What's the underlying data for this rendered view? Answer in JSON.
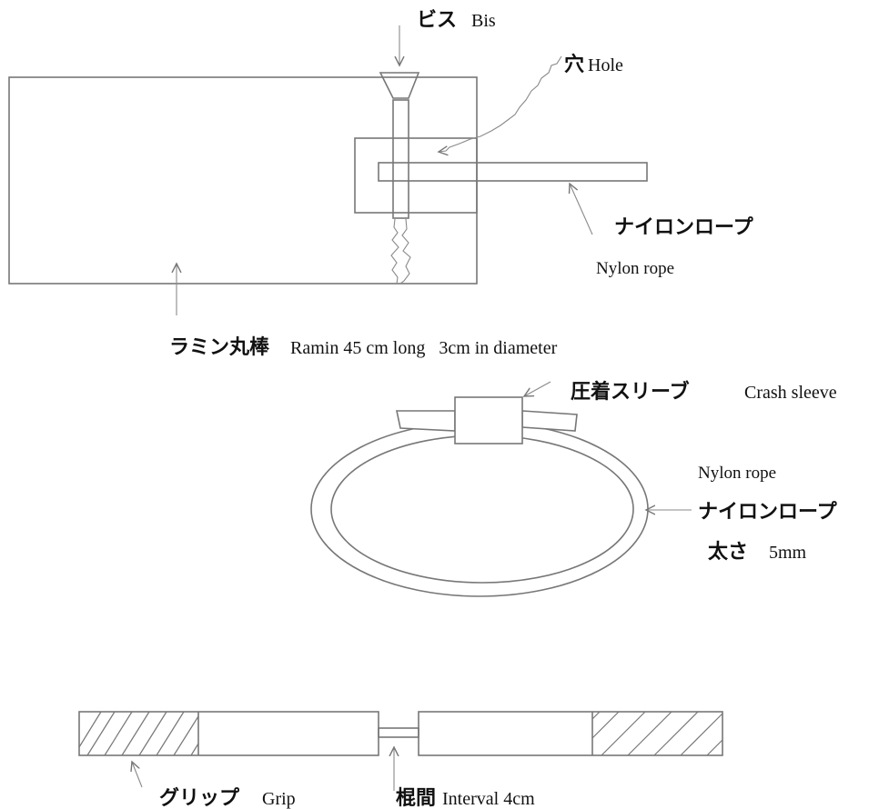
{
  "labels": {
    "bis_jp": "ビス",
    "bis_en": "Bis",
    "hole_jp": "穴",
    "hole_en": "Hole",
    "nylon_rope_jp_1": "ナイロンロープ",
    "nylon_rope_en_1": "Nylon rope",
    "ramin_jp": "ラミン丸棒",
    "ramin_en": "Ramin 45 cm long   3cm in diameter",
    "sleeve_jp": "圧着スリーブ",
    "sleeve_en": "Crash sleeve",
    "nylon_rope_en_2": "Nylon rope",
    "nylon_rope_jp_2": "ナイロンロープ",
    "thickness_jp": "太さ",
    "thickness_en": "5mm",
    "grip_jp": "グリップ",
    "grip_en": "Grip",
    "interval_jp": "棍間",
    "interval_en": "Interval 4cm"
  }
}
